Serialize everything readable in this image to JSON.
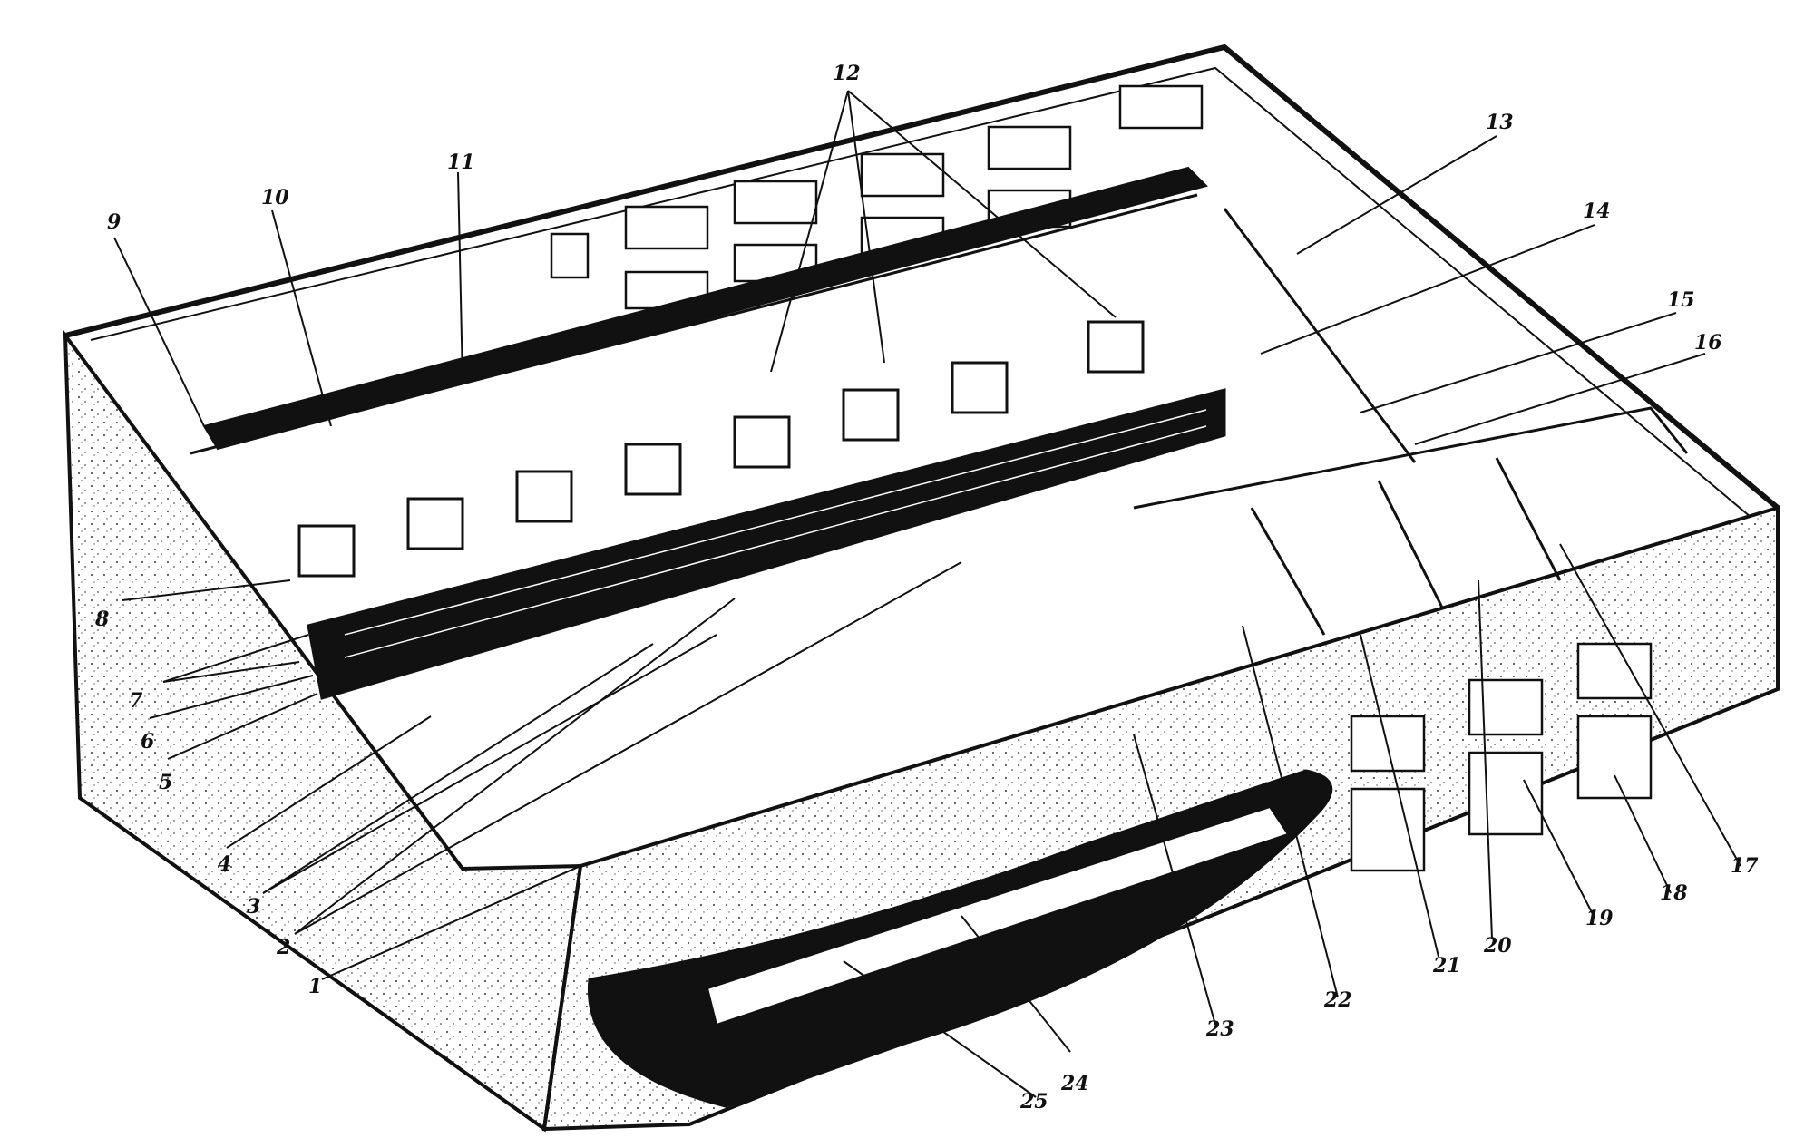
{
  "diagram": {
    "callouts": [
      {
        "id": "1",
        "text": "1"
      },
      {
        "id": "2",
        "text": "2"
      },
      {
        "id": "3",
        "text": "3"
      },
      {
        "id": "4",
        "text": "4"
      },
      {
        "id": "5",
        "text": "5"
      },
      {
        "id": "6",
        "text": "6"
      },
      {
        "id": "7",
        "text": "7"
      },
      {
        "id": "8",
        "text": "8"
      },
      {
        "id": "9",
        "text": "9"
      },
      {
        "id": "10",
        "text": "10"
      },
      {
        "id": "11",
        "text": "11"
      },
      {
        "id": "12",
        "text": "12"
      },
      {
        "id": "13",
        "text": "13"
      },
      {
        "id": "14",
        "text": "14"
      },
      {
        "id": "15",
        "text": "15"
      },
      {
        "id": "16",
        "text": "16"
      },
      {
        "id": "17",
        "text": "17"
      },
      {
        "id": "18",
        "text": "18"
      },
      {
        "id": "19",
        "text": "19"
      },
      {
        "id": "20",
        "text": "20"
      },
      {
        "id": "21",
        "text": "21"
      },
      {
        "id": "22",
        "text": "22"
      },
      {
        "id": "23",
        "text": "23"
      },
      {
        "id": "24",
        "text": "24"
      },
      {
        "id": "25",
        "text": "25"
      }
    ],
    "colors": {
      "ink": "#111111",
      "paper": "#ffffff",
      "stipple": "#555555"
    }
  }
}
